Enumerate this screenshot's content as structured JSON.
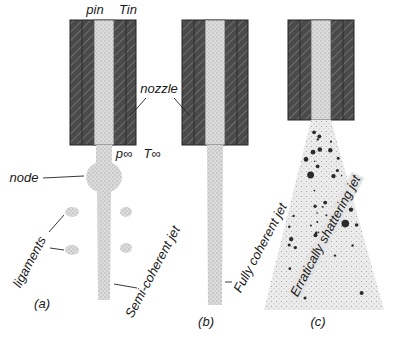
{
  "diagram": {
    "labels": [
      "pin",
      "Tin",
      "nozzle",
      "node",
      "p∞",
      "T∞",
      "ligaments",
      "Semi-coherent jet",
      "Fully coherent jet",
      "Erratically shattering jet",
      "(a)",
      "(b)",
      "(c)"
    ]
  }
}
